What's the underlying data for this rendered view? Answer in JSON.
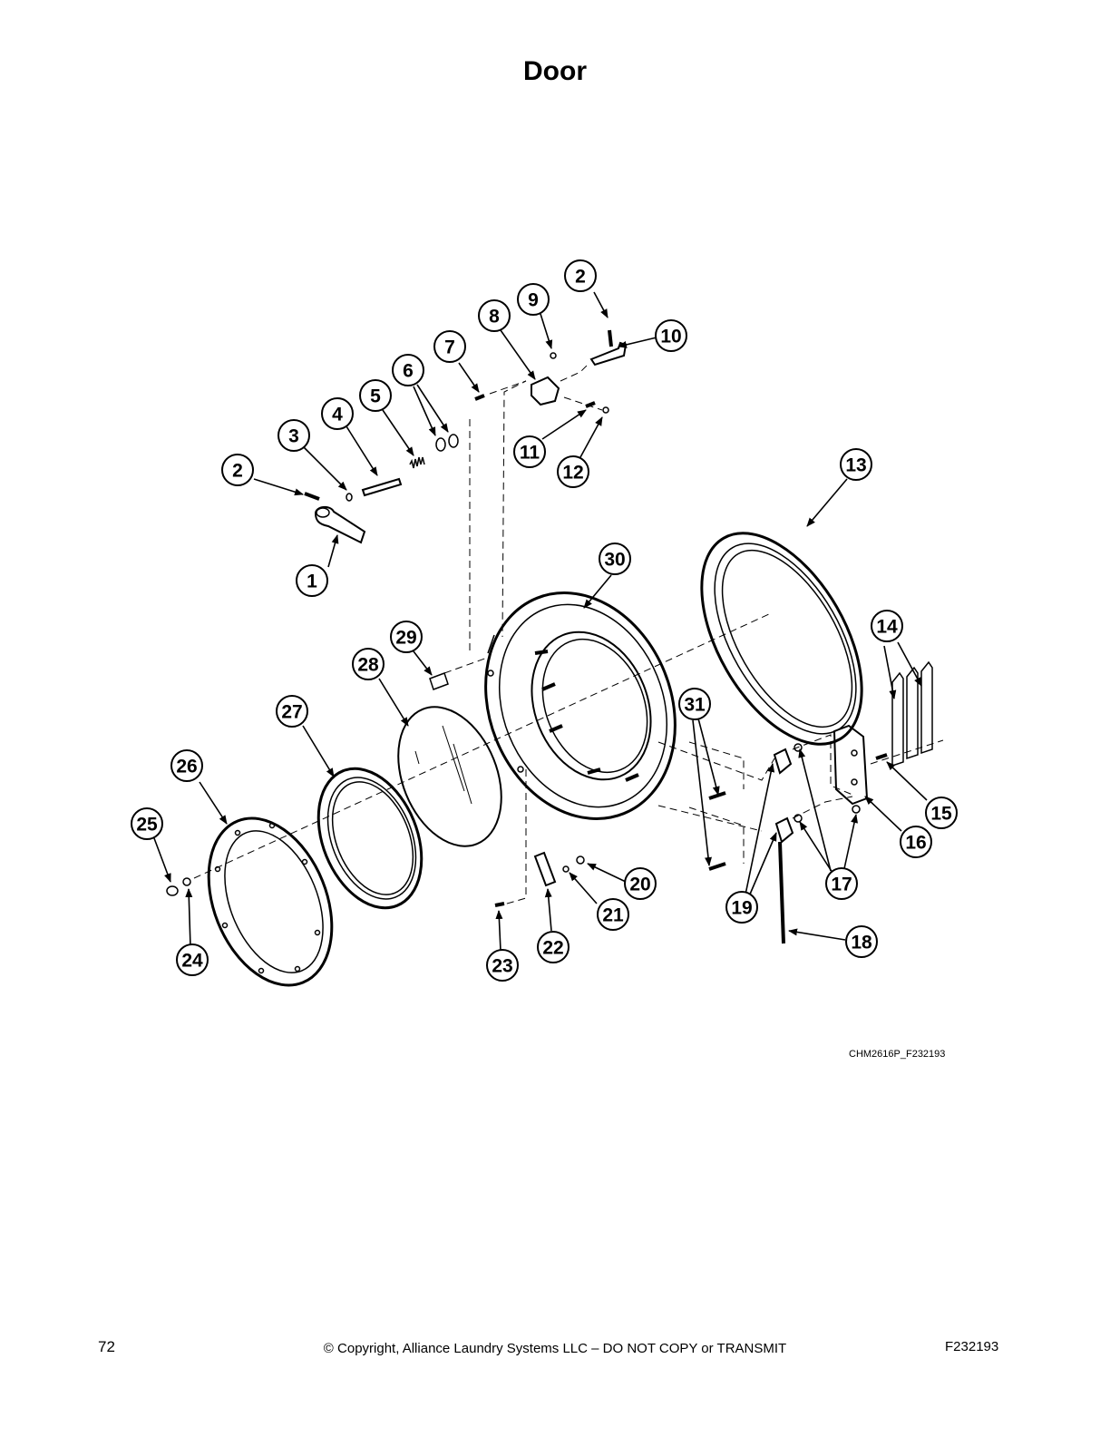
{
  "title": "Door",
  "figure_ref": "CHM2616P_F232193",
  "footer": {
    "page_number": "72",
    "copyright": "© Copyright, Alliance Laundry Systems LLC – DO NOT COPY or TRANSMIT",
    "code": "F232193"
  },
  "callouts": [
    "1",
    "2",
    "2",
    "3",
    "4",
    "5",
    "6",
    "7",
    "8",
    "9",
    "10",
    "11",
    "12",
    "13",
    "14",
    "15",
    "16",
    "17",
    "18",
    "19",
    "20",
    "21",
    "22",
    "23",
    "24",
    "25",
    "26",
    "27",
    "28",
    "29",
    "30",
    "31"
  ]
}
